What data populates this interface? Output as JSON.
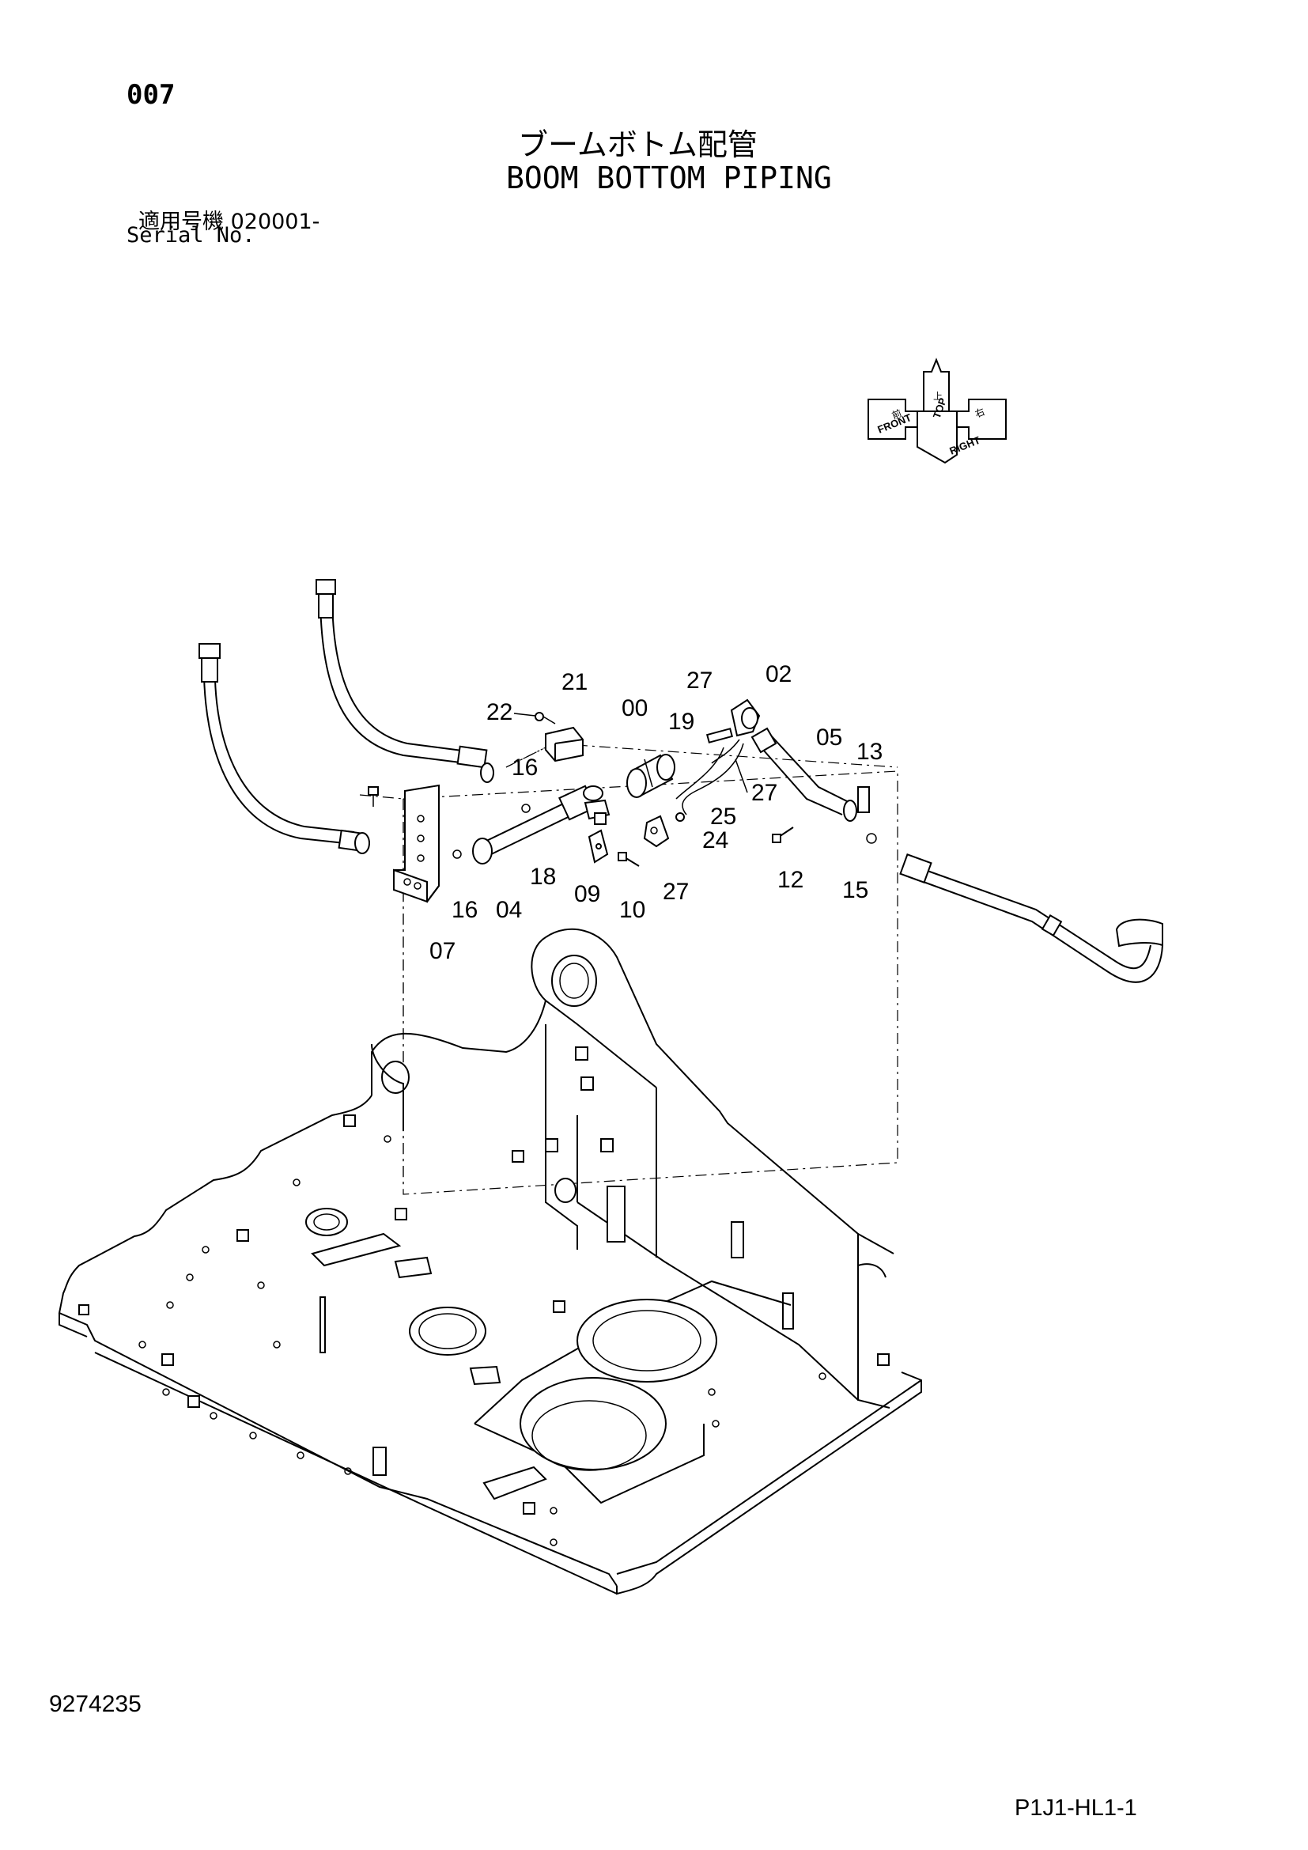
{
  "header": {
    "page_number": "007",
    "title_jp": "ブームボトム配管",
    "title_en": "BOOM BOTTOM PIPING",
    "serial_label_jp": "適用号機  020001-",
    "serial_label_en": "Serial No."
  },
  "orientation": {
    "top": "TOP",
    "front": "FRONT",
    "right": "RIGHT",
    "top_jp": "上",
    "front_jp": "前",
    "right_jp": "右"
  },
  "callouts": {
    "c21": "21",
    "c22": "22",
    "c00": "00",
    "c27a": "27",
    "c02": "02",
    "c19": "19",
    "c05": "05",
    "c13": "13",
    "c16a": "16",
    "c27b": "27",
    "c25": "25",
    "c24": "24",
    "c18": "18",
    "c09": "09",
    "c27c": "27",
    "c12": "12",
    "c15": "15",
    "c16b": "16",
    "c04": "04",
    "c10": "10",
    "c07": "07"
  },
  "footer": {
    "document_number": "9274235",
    "reference_code": "P1J1-HL1-1"
  }
}
